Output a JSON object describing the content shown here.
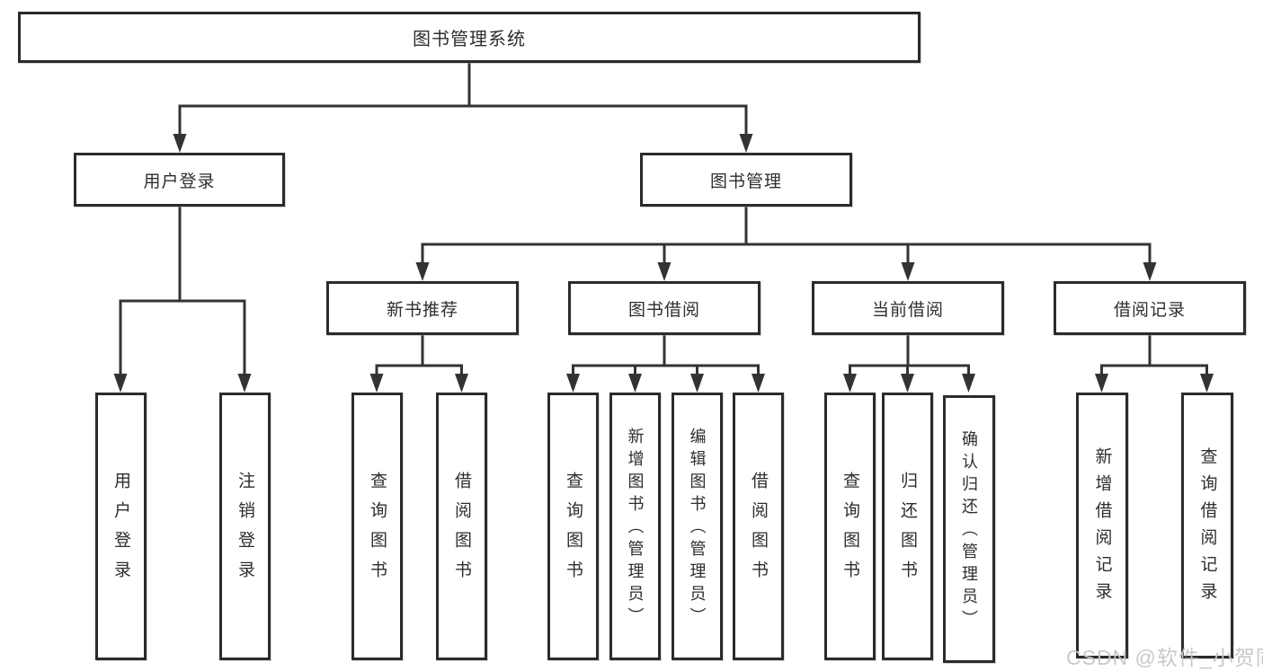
{
  "diagram": {
    "root": {
      "label": "图书管理系统"
    },
    "level2": [
      {
        "id": "user-login",
        "label": "用户登录"
      },
      {
        "id": "book-management",
        "label": "图书管理"
      }
    ],
    "level3": [
      {
        "id": "new-book-recommend",
        "label": "新书推荐"
      },
      {
        "id": "book-borrow",
        "label": "图书借阅"
      },
      {
        "id": "current-borrow",
        "label": "当前借阅"
      },
      {
        "id": "borrow-records",
        "label": "借阅记录"
      }
    ],
    "leaves": {
      "user_login": [
        {
          "label": "用户登录"
        },
        {
          "label": "注销登录"
        }
      ],
      "new_book_recommend": [
        {
          "label": "查询图书"
        },
        {
          "label": "借阅图书"
        }
      ],
      "book_borrow": [
        {
          "label": "查询图书"
        },
        {
          "label": "新增图书（管理员）"
        },
        {
          "label": "编辑图书（管理员）"
        },
        {
          "label": "借阅图书"
        }
      ],
      "current_borrow": [
        {
          "label": "查询图书"
        },
        {
          "label": "归还图书"
        },
        {
          "label": "确认归还（管理员）"
        }
      ],
      "borrow_records": [
        {
          "label": "新增借阅记录"
        },
        {
          "label": "查询借阅记录"
        }
      ]
    }
  },
  "watermark": {
    "text": "CSDN @软件_小贺同学",
    "color": "#c6c6c6"
  },
  "colors": {
    "line": "#333333",
    "box_border": "#2b2b2b",
    "box_fill": "#ffffff",
    "text": "#2e2e2e"
  }
}
